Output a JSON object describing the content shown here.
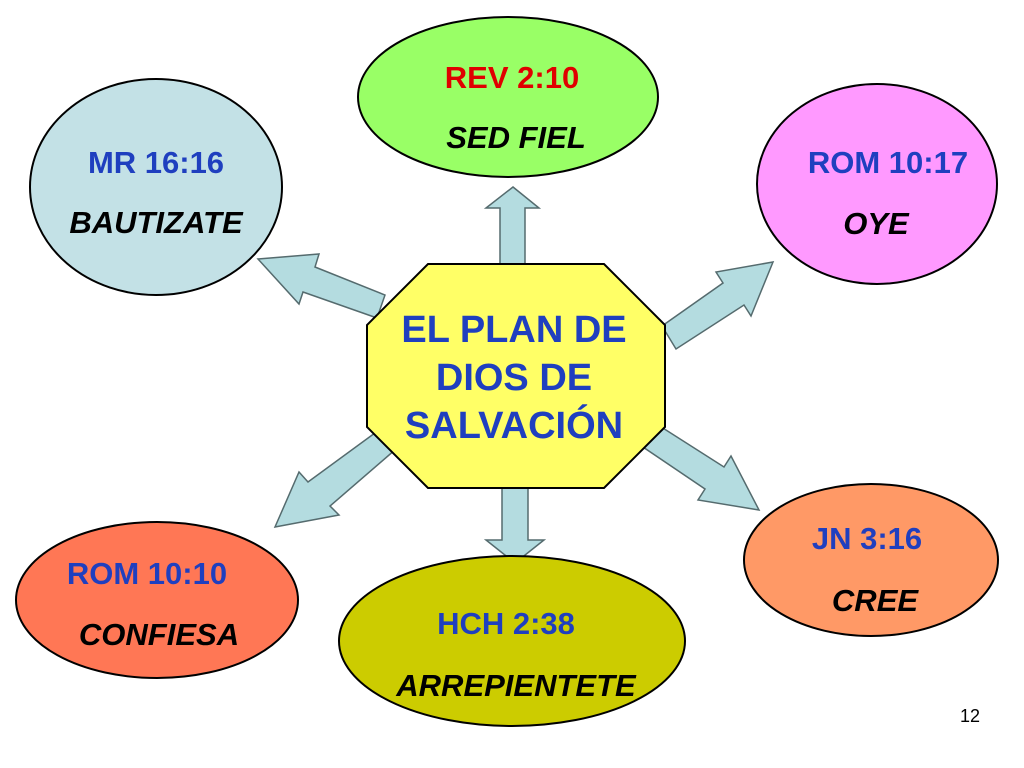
{
  "center": {
    "lines": [
      "EL PLAN DE",
      "DIOS DE",
      "SALVACIÓN"
    ],
    "fill": "#ffff66",
    "text_color": "#1f3fbf"
  },
  "arrow_color": "#b4dce0",
  "nodes": [
    {
      "id": "rev",
      "reference": "REV 2:10",
      "word": "SED FIEL",
      "fill": "#99ff66",
      "reference_color": "#e00000"
    },
    {
      "id": "rom-10-17",
      "reference": "ROM 10:17",
      "word": "OYE",
      "fill": "#ff99ff",
      "reference_color": "#1f3fbf"
    },
    {
      "id": "jn",
      "reference": "JN 3:16",
      "word": "CREE",
      "fill": "#ff9966",
      "reference_color": "#1f3fbf"
    },
    {
      "id": "hch",
      "reference": "HCH 2:38",
      "word": "ARREPIENTETE",
      "fill": "#cccc00",
      "reference_color": "#1f3fbf"
    },
    {
      "id": "rom-10-10",
      "reference": "ROM 10:10",
      "word": "CONFIESA",
      "fill": "#ff7755",
      "reference_color": "#1f3fbf"
    },
    {
      "id": "mr",
      "reference": "MR 16:16",
      "word": "BAUTIZATE",
      "fill": "#c3e1e6",
      "reference_color": "#1f3fbf"
    }
  ],
  "slide_number": "12"
}
